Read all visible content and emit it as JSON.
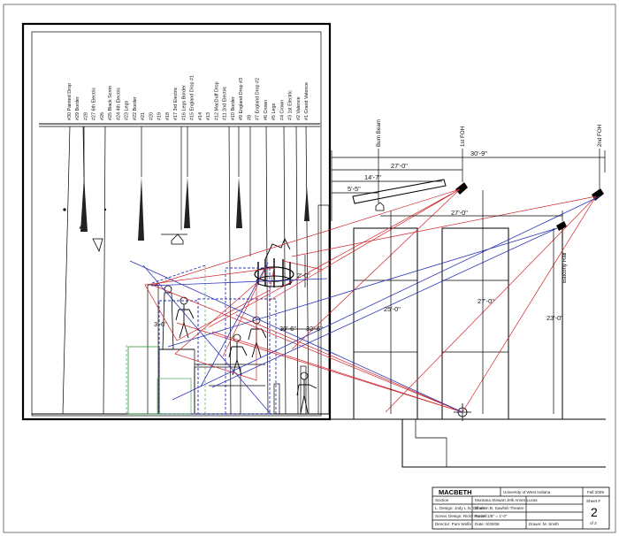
{
  "hanging_positions": [
    "#30  Painted Drop",
    "#29  Border",
    "#28",
    "#27  6th Electric",
    "#26",
    "#25  Black Scrim",
    "#24  4th Electric",
    "#23  Legs",
    "#22  Border",
    "#21",
    "#20",
    "#19",
    "#18",
    "#17  3rd Electric",
    "#16  Legs  Border",
    "#15  England Drop #1",
    "#14",
    "#13",
    "#12  MacDuff Drop",
    "#11  2nd Electric",
    "#10  Border",
    "#9  England Drop #3",
    "#8",
    "#7  England Drop #2",
    "#6  Crown",
    "#5  Legs",
    "#4  Crown",
    "#3  1st Electric",
    "#2  Valence",
    "#1  Grand Valence"
  ],
  "house_labels": {
    "burn_beam": "Burn Beam",
    "first_foh": "1st FOH",
    "second_foh": "2nd FOH",
    "balcony_rail": "Balcony Rail"
  },
  "dimensions": {
    "d_30_9": "30'-9\"",
    "d_27_0_top": "27'-0\"",
    "d_14_7": "14'-7\"",
    "d_5_5": "5'-5\"",
    "d_27_0_mid": "27'-0\"",
    "d_2_0": "2'-0\"",
    "d_25_0": "25'-0\"",
    "d_27_0_vert": "27'-0\"",
    "d_23_0": "23'-0\"",
    "d_30_6": "30'-6\"",
    "d_32_6": "32'-6\"",
    "d_3_6": "3'-6\""
  },
  "title_block": {
    "title": "MACBETH",
    "university": "University of West Indiana",
    "date_label": "Fall 2009",
    "row1_left": "Section",
    "row2_left": "L. Design: Jody L.N. Gilbert",
    "row3_left": "Scenic Design: Ricky Purcell",
    "row4_left": "Director: Pam Wolfe",
    "row1_mid": "Montana Stewart Jelk Amen Lucas",
    "row2_mid": "Shalom B. Sawfish Theatre",
    "row3_mid": "Scale: 1/8\" = 1'-0\"",
    "row4_mid": "Date: 9/30/08",
    "row4_right": "Drawn: M. Smith",
    "sheet_label": "Sheet #",
    "sheet_number": "2",
    "sheet_of": "of 2"
  }
}
